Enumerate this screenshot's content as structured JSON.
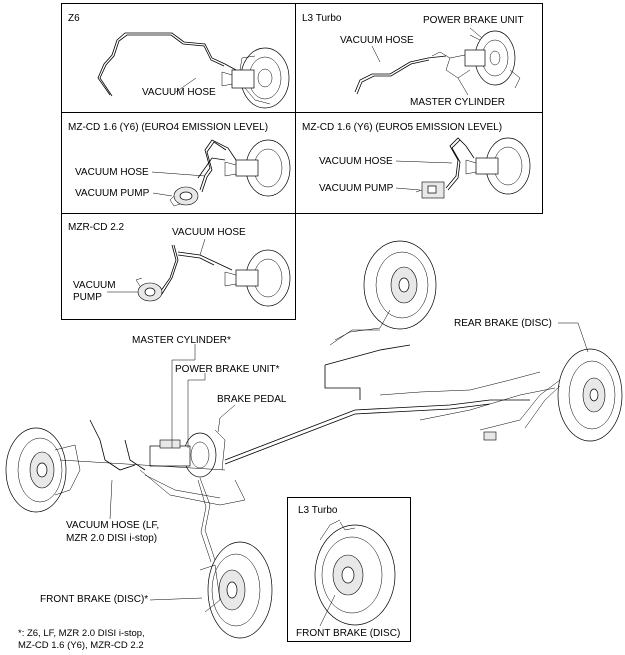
{
  "panels": {
    "z6": {
      "title": "Z6",
      "vacuum_hose": "VACUUM HOSE"
    },
    "l3_turbo": {
      "title": "L3 Turbo",
      "vacuum_hose": "VACUUM HOSE",
      "power_brake_unit": "POWER BRAKE UNIT",
      "master_cylinder": "MASTER CYLINDER"
    },
    "mzcd_euro4": {
      "title": "MZ-CD 1.6 (Y6) (EURO4 EMISSION LEVEL)",
      "vacuum_hose": "VACUUM HOSE",
      "vacuum_pump": "VACUUM PUMP"
    },
    "mzcd_euro5": {
      "title": "MZ-CD 1.6 (Y6) (EURO5 EMISSION LEVEL)",
      "vacuum_hose": "VACUUM HOSE",
      "vacuum_pump": "VACUUM PUMP"
    },
    "mzrcd": {
      "title": "MZR-CD 2.2",
      "vacuum_hose": "VACUUM HOSE",
      "vacuum_pump_line1": "VACUUM",
      "vacuum_pump_line2": "PUMP"
    },
    "l3_turbo_front": {
      "title": "L3 Turbo",
      "front_brake": "FRONT BRAKE (DISC)"
    }
  },
  "main": {
    "master_cylinder": "MASTER CYLINDER*",
    "power_brake_unit": "POWER BRAKE UNIT*",
    "brake_pedal": "BRAKE PEDAL",
    "rear_brake": "REAR BRAKE (DISC)",
    "vacuum_hose_line1": "VACUUM HOSE (LF,",
    "vacuum_hose_line2": "MZR 2.0 DISI i-stop)",
    "front_brake": "FRONT BRAKE (DISC)*"
  },
  "footnote": {
    "line1": "*: Z6, LF, MZR 2.0 DISI i-stop,",
    "line2": "MZ-CD 1.6 (Y6), MZR-CD 2.2"
  }
}
